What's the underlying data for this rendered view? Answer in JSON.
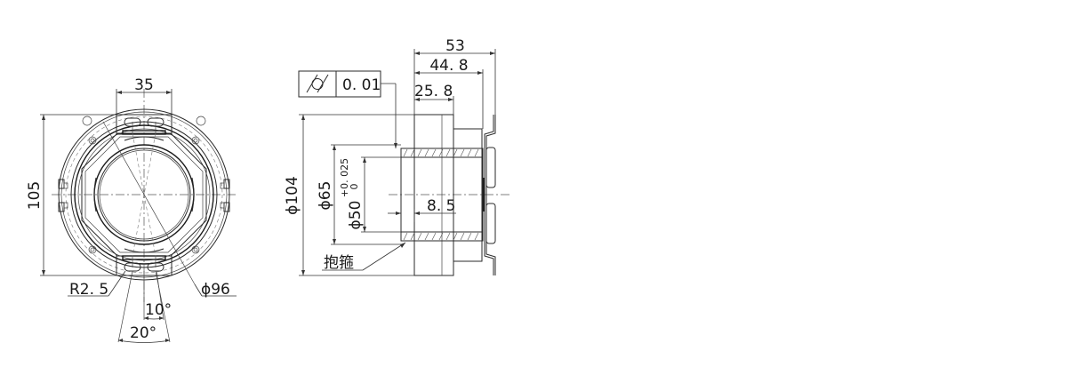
{
  "front_view": {
    "width_dim": "35",
    "height_dim": "105",
    "radius_dim": "R2. 5",
    "diameter_dim": "ϕ96",
    "angle_small": "10°",
    "angle_large": "20°"
  },
  "side_view": {
    "gdt_symbol": "cylindricity-icon",
    "gdt_tolerance": "0. 01",
    "length_total": "53",
    "length_mid": "44. 8",
    "length_short": "25. 8",
    "diameter_outer": "ϕ104",
    "diameter_mid": "ϕ65",
    "diameter_bore": "ϕ50",
    "bore_tol_upper": "+0. 025",
    "bore_tol_lower": "0",
    "offset_dim": "8. 5",
    "clamp_label": "抱箍"
  },
  "colors": {
    "line": "#2a2a2a",
    "background": "#ffffff"
  }
}
